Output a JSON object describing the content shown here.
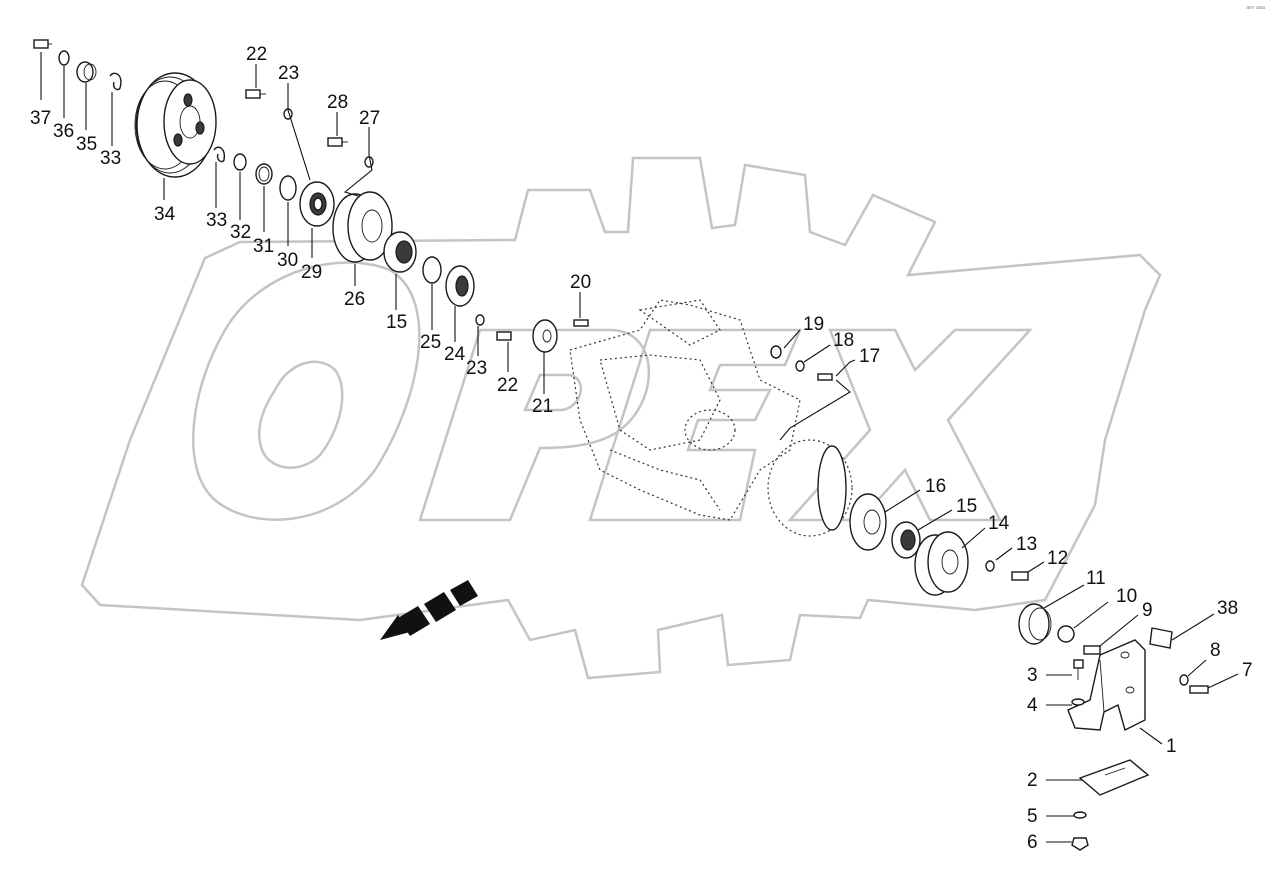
{
  "corner_mark": "ᵃᵐ ᵃᵃᵃ",
  "callouts": [
    {
      "id": "c37",
      "text": "37"
    },
    {
      "id": "c36",
      "text": "36"
    },
    {
      "id": "c35",
      "text": "35"
    },
    {
      "id": "c33a",
      "text": "33"
    },
    {
      "id": "c34",
      "text": "34"
    },
    {
      "id": "c33b",
      "text": "33"
    },
    {
      "id": "c32",
      "text": "32"
    },
    {
      "id": "c31",
      "text": "31"
    },
    {
      "id": "c30",
      "text": "30"
    },
    {
      "id": "c29",
      "text": "29"
    },
    {
      "id": "c22a",
      "text": "22"
    },
    {
      "id": "c23a",
      "text": "23"
    },
    {
      "id": "c28",
      "text": "28"
    },
    {
      "id": "c27",
      "text": "27"
    },
    {
      "id": "c26",
      "text": "26"
    },
    {
      "id": "c15a",
      "text": "15"
    },
    {
      "id": "c25",
      "text": "25"
    },
    {
      "id": "c24",
      "text": "24"
    },
    {
      "id": "c23b",
      "text": "23"
    },
    {
      "id": "c22b",
      "text": "22"
    },
    {
      "id": "c20",
      "text": "20"
    },
    {
      "id": "c21",
      "text": "21"
    },
    {
      "id": "c19",
      "text": "19"
    },
    {
      "id": "c18",
      "text": "18"
    },
    {
      "id": "c17",
      "text": "17"
    },
    {
      "id": "c16",
      "text": "16"
    },
    {
      "id": "c15b",
      "text": "15"
    },
    {
      "id": "c14",
      "text": "14"
    },
    {
      "id": "c13",
      "text": "13"
    },
    {
      "id": "c12",
      "text": "12"
    },
    {
      "id": "c11",
      "text": "11"
    },
    {
      "id": "c10",
      "text": "10"
    },
    {
      "id": "c9",
      "text": "9"
    },
    {
      "id": "c38",
      "text": "38"
    },
    {
      "id": "c8",
      "text": "8"
    },
    {
      "id": "c7",
      "text": "7"
    },
    {
      "id": "c3",
      "text": "3"
    },
    {
      "id": "c4",
      "text": "4"
    },
    {
      "id": "c1",
      "text": "1"
    },
    {
      "id": "c2",
      "text": "2"
    },
    {
      "id": "c5",
      "text": "5"
    },
    {
      "id": "c6",
      "text": "6"
    }
  ]
}
